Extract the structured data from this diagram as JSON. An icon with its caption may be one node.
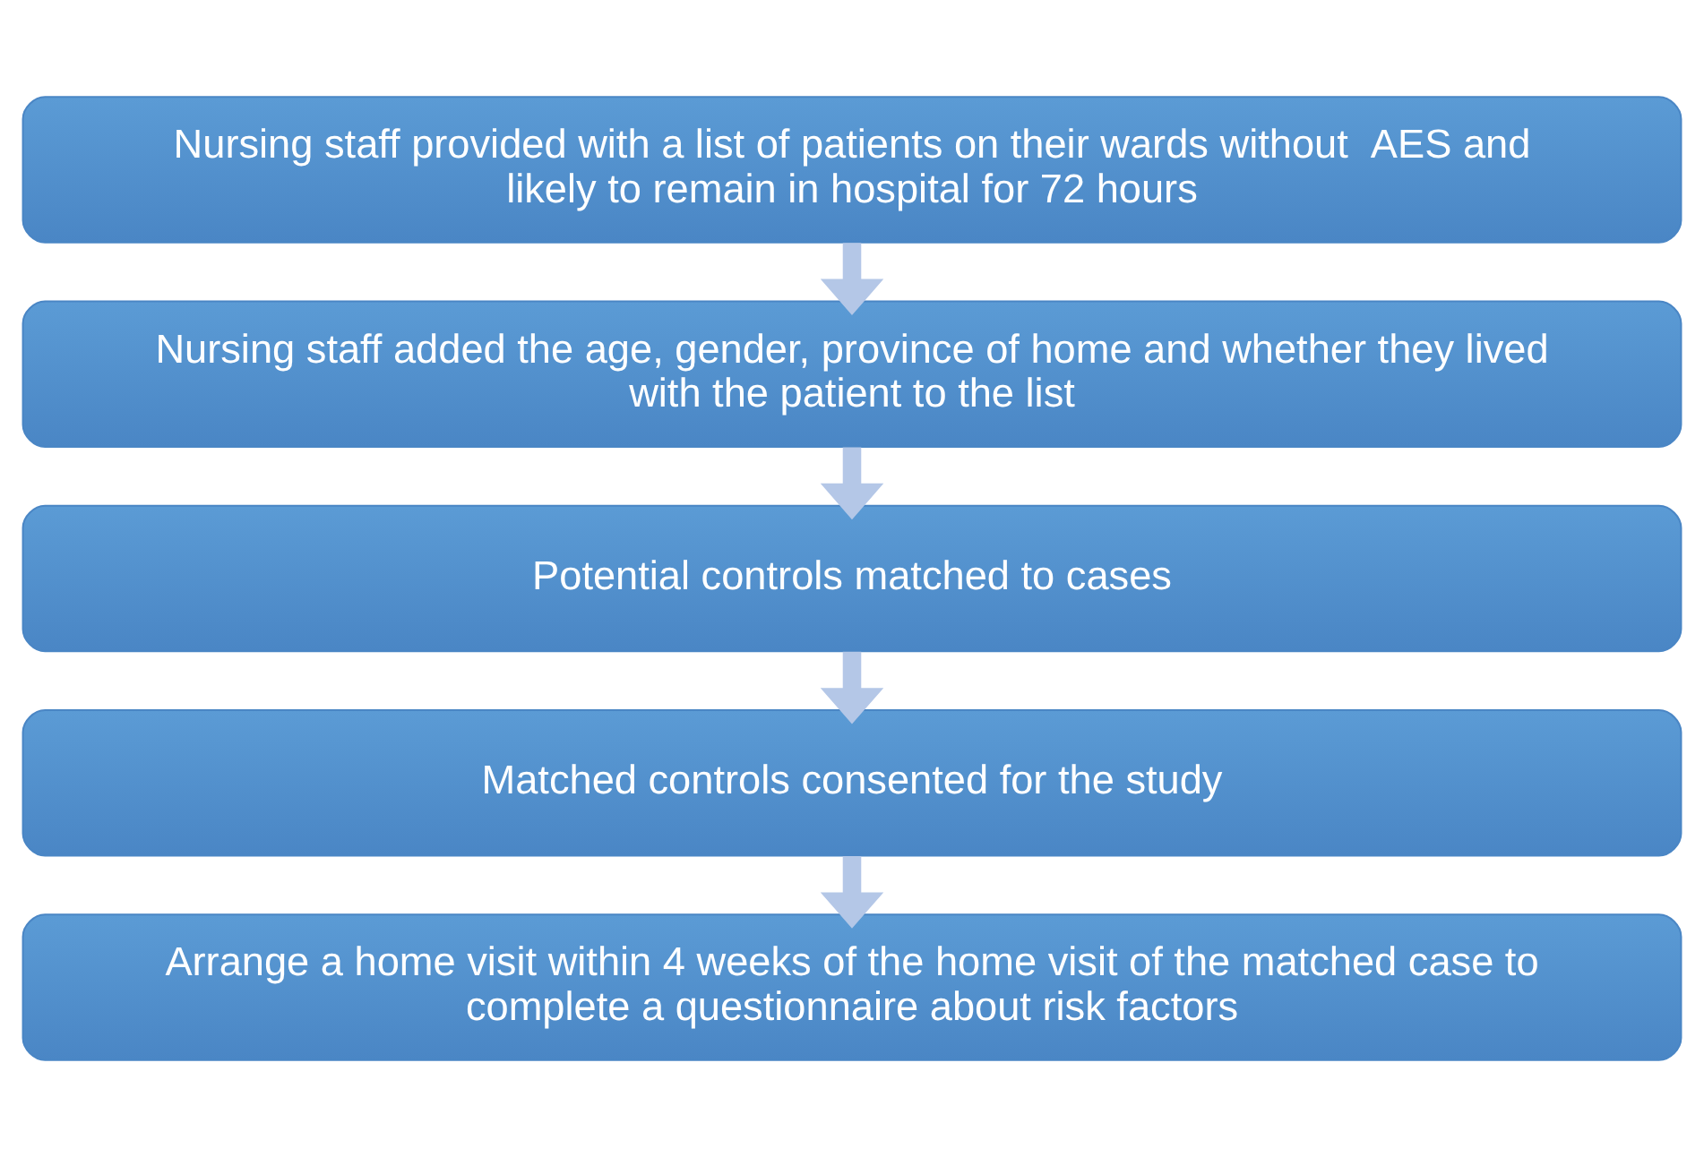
{
  "diagram": {
    "nodes": [
      {
        "text": [
          "Nursing staff provided with a list of patients on their wards without  AES and likely to remain in hospital for 72 hours"
        ]
      },
      {
        "text": [
          "Nursing staff added the age, gender, province of home and whether they lived with the patient to the list"
        ]
      },
      {
        "text": [
          "Potential controls matched to cases"
        ]
      },
      {
        "text": [
          "Matched controls consented for the study"
        ]
      },
      {
        "text": [
          "Arrange a home visit within 4 weeks of the home visit of the matched case to complete a questionnaire about risk factors"
        ]
      }
    ],
    "edges": [
      {
        "from": 0,
        "to": 1,
        "arrow": "to"
      },
      {
        "from": 1,
        "to": 2,
        "arrow": "to"
      },
      {
        "from": 2,
        "to": 3,
        "arrow": "to"
      },
      {
        "from": 3,
        "to": 4,
        "arrow": "to"
      }
    ]
  }
}
